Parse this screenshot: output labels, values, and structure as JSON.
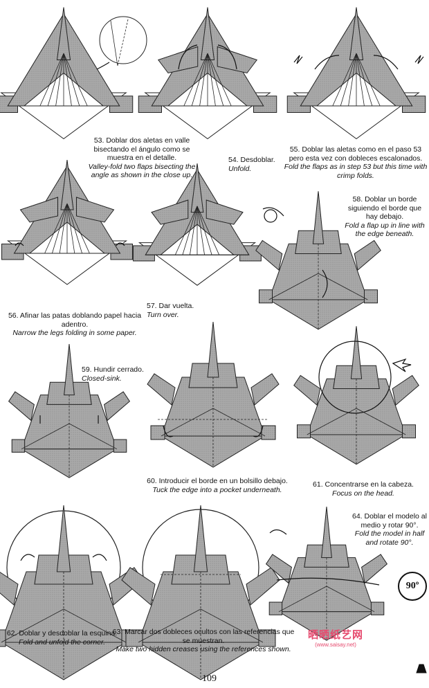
{
  "page_number": "109",
  "rotation_badge": "90º",
  "watermark": {
    "text": "晒晒纸艺网",
    "url": "(www.saisay.net)"
  },
  "steps": [
    {
      "id": "53",
      "es": "53. Doblar dos aletas en valle bisectando el ángulo como se muestra en el detalle.",
      "en": "Valley-fold two flaps bisecting the angle as shown in the close up."
    },
    {
      "id": "54",
      "es": "54. Desdoblar.",
      "en": "Unfold."
    },
    {
      "id": "55",
      "es": "55. Doblar las aletas como en el paso 53 pero esta vez con dobleces escalonados.",
      "en": "Fold the flaps as in step 53 but this time with crimp folds."
    },
    {
      "id": "56",
      "es": "56. Afinar las patas doblando papel hacia adentro.",
      "en": "Narrow the legs folding in some paper."
    },
    {
      "id": "57",
      "es": "57. Dar vuelta.",
      "en": "Turn over."
    },
    {
      "id": "58",
      "es": "58. Doblar un borde siguiendo el borde que hay debajo.",
      "en": "Fold a flap up in line with the edge beneath."
    },
    {
      "id": "59",
      "es": "59. Hundir cerrado.",
      "en": "Closed-sink."
    },
    {
      "id": "60",
      "es": "60. Introducir el borde en un bolsillo debajo.",
      "en": "Tuck the edge into a pocket underneath."
    },
    {
      "id": "61",
      "es": "61. Concentrarse en la cabeza.",
      "en": "Focus on the head."
    },
    {
      "id": "62",
      "es": "62. Doblar y desdoblar la esquina.",
      "en": "Fold and unfold the corner."
    },
    {
      "id": "63",
      "es": "63. Marcar dos dobleces ocultos con las referencias que se muestran.",
      "en": "Make two hidden creases using the references shown."
    },
    {
      "id": "64",
      "es": "64. Doblar el modelo al medio y rotar 90°.",
      "en": "Fold the model in half and rotate 90°."
    }
  ]
}
